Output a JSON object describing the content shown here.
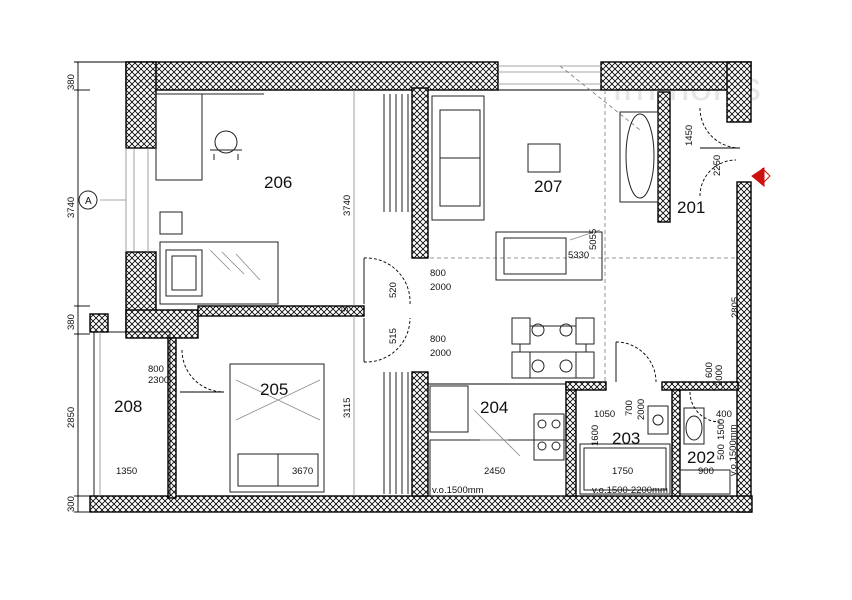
{
  "rooms": [
    {
      "id": "206"
    },
    {
      "id": "207"
    },
    {
      "id": "201"
    },
    {
      "id": "205"
    },
    {
      "id": "204"
    },
    {
      "id": "203"
    },
    {
      "id": "202"
    },
    {
      "id": "208"
    }
  ],
  "dimensions": {
    "left_380_top": "380",
    "left_3740": "3740",
    "left_380_mid": "380",
    "left_2850": "2850",
    "left_300": "300",
    "room206_3740": "3740",
    "room205_3115": "3115",
    "door206_w": "800",
    "door206_h": "2000",
    "door205_w": "800",
    "door205_h": "2000",
    "door206_side": "520",
    "door205_side": "515",
    "room207_5055": "5055",
    "room207_5330": "5330",
    "room201_1450": "1450",
    "room201_2250": "2250",
    "right_2805": "2805",
    "door_bath_w": "600",
    "door_bath_h": "2000",
    "door208_w": "800",
    "door208_h": "2300",
    "bottom_1350": "1350",
    "bottom_3670": "3670",
    "bottom_2450": "2450",
    "bottom_1750": "1750",
    "bottom_900": "900",
    "room203_1050": "1050",
    "room203_700": "700",
    "room203_2000": "2000",
    "room203_1600": "1600",
    "room202_400": "400",
    "room202_1500": "1500",
    "room202_500": "500",
    "mark_5": "5",
    "level_204": "v.o.1500mm",
    "level_203": "v.o.1500-2200mm",
    "level_202": "v.o.1500mm",
    "axis_label": "A"
  },
  "watermark": "ImmoRs"
}
